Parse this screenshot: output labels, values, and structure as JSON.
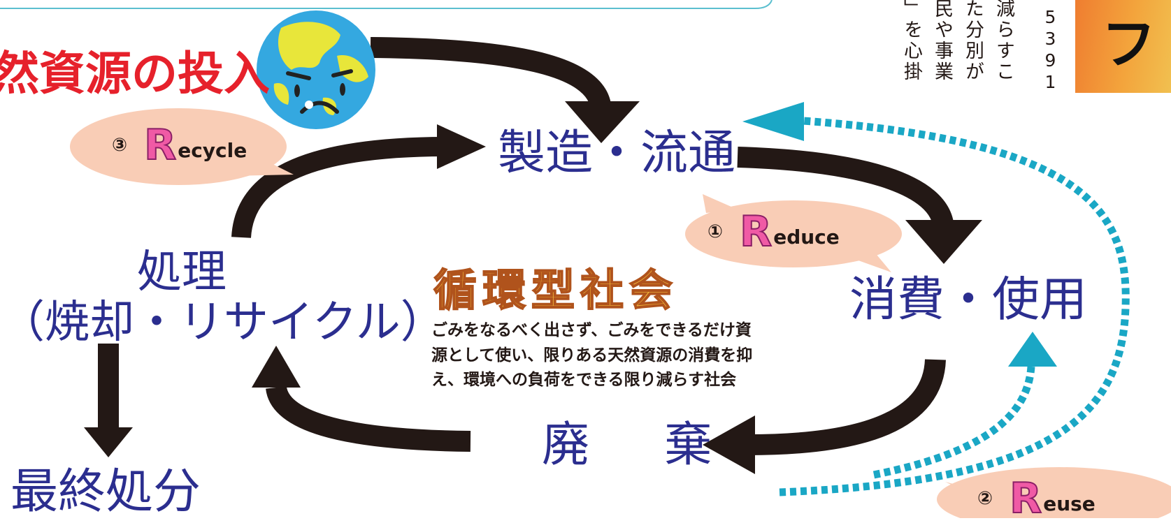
{
  "diagram": {
    "resource_input": "然資源の投入",
    "manufacturing": "製造・流通",
    "consumption": "消費・使用",
    "disposal": [
      "廃",
      "棄"
    ],
    "processing": [
      "処理",
      "（焼却・リサイクル）"
    ],
    "final_disposal": "最終処分",
    "center_title": "循環型社会",
    "center_description": [
      "ごみをなるべく出さず、ごみをできるだけ資",
      "源として使い、限りある天然資源の消費を抑",
      "え、環境への負荷をできる限り減らす社会"
    ],
    "bubbles": [
      {
        "number": "①",
        "letter": "R",
        "rest": "educe"
      },
      {
        "number": "②",
        "letter": "R",
        "rest": "euse"
      },
      {
        "number": "③",
        "letter": "R",
        "rest": "ecycle"
      }
    ]
  },
  "side_text": {
    "digits": "5391",
    "columns": [
      "減らすこ",
      "た分別が",
      "民や事業",
      "」を心掛"
    ],
    "tab_char": "フ"
  },
  "colors": {
    "node_text": "#2b2e8f",
    "resource_text": "#e6212b",
    "arrow": "#231815",
    "dotted_arrow": "#1aa7c5",
    "bubble": "#f9cdb6",
    "r_letter": "#f05aa5",
    "tab": "#f3a43c"
  },
  "icons": [
    "earth-icon"
  ]
}
